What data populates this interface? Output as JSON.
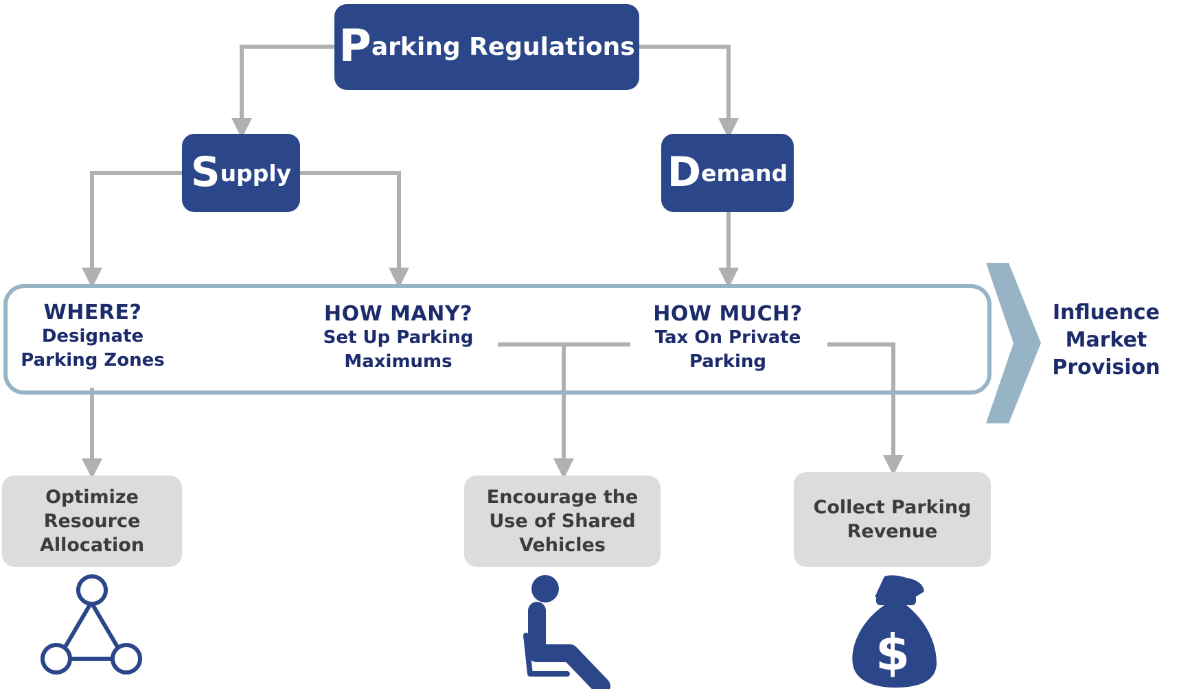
{
  "diagram": {
    "root": {
      "initial": "P",
      "rest": "arking Regulations"
    },
    "supply": {
      "initial": "S",
      "rest": "upply"
    },
    "demand": {
      "initial": "D",
      "rest": "emand"
    },
    "questions": [
      {
        "title": "WHERE?",
        "line1": "Designate",
        "line2": "Parking Zones"
      },
      {
        "title": "HOW MANY?",
        "line1": "Set Up Parking",
        "line2": "Maximums"
      },
      {
        "title": "HOW MUCH?",
        "line1": "Tax On Private",
        "line2": "Parking"
      }
    ],
    "influence": {
      "line1": "Influence",
      "line2": "Market",
      "line3": "Provision"
    },
    "outcomes": [
      {
        "line1": "Optimize",
        "line2": "Resource",
        "line3": "Allocation",
        "icon": "network-triangle-icon"
      },
      {
        "line1": "Encourage the",
        "line2": "Use of Shared",
        "line3": "Vehicles",
        "icon": "seated-person-icon"
      },
      {
        "line1": "Collect Parking",
        "line2": "Revenue",
        "icon": "money-bag-icon"
      }
    ]
  },
  "colors": {
    "primary": "#2b4689",
    "text_dark": "#1c2b6b",
    "connector": "#b0b0b0",
    "band": "#97b4c6",
    "outcome_fill": "#dcdcdc"
  }
}
